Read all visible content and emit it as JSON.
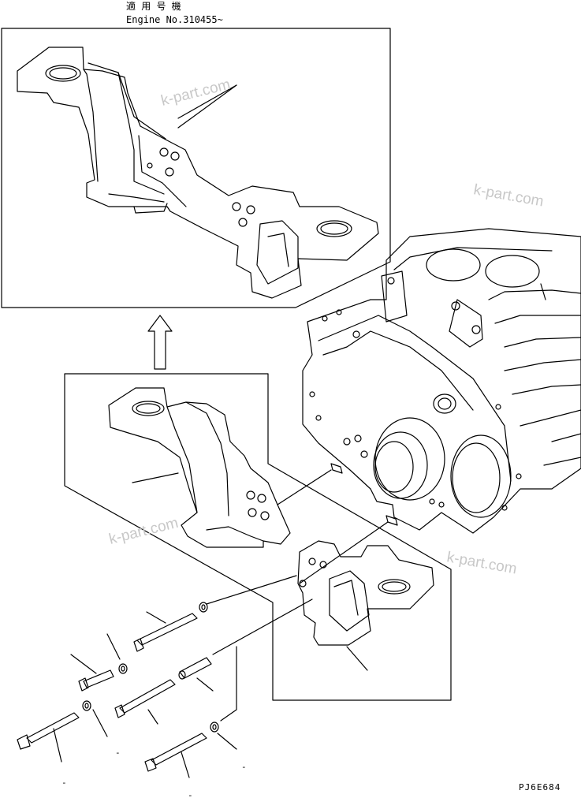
{
  "header": {
    "applicability_jp": "適 用 号 機",
    "engine_range": "Engine No.310455~"
  },
  "watermarks": [
    "k-part.com",
    "k-part.com",
    "k-part.com",
    "k-part.com"
  ],
  "part_labels": [
    "-",
    "-",
    "-",
    "-"
  ],
  "figure_code": "PJ6E684",
  "colors": {
    "line": "#000000",
    "background": "#ffffff",
    "watermark": "#c8c8c8"
  }
}
